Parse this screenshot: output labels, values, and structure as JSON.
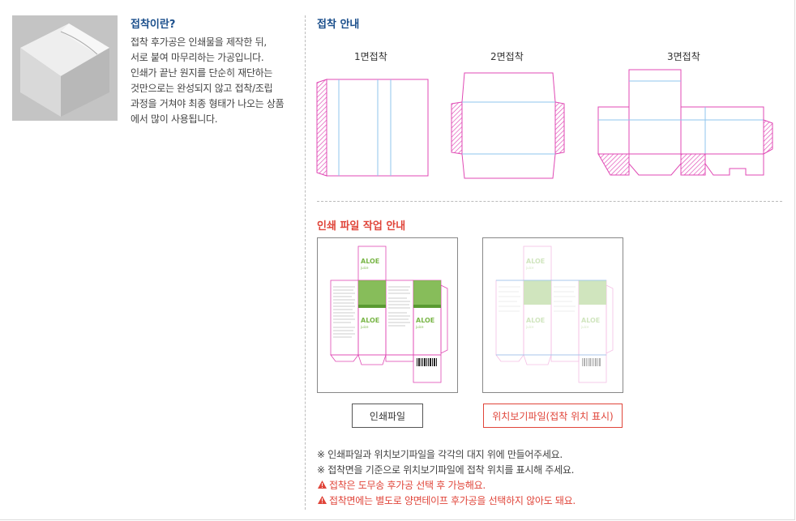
{
  "intro": {
    "title": "접착이란?",
    "lines": [
      "접착 후가공은 인쇄물을 제작한 뒤,",
      "서로 붙여 마무리하는 가공입니다.",
      "인쇄가 끝난 원지를 단순히 재단하는",
      "것만으로는 완성되지 않고 접착/조립",
      "과정을 거쳐야 최종 형태가 나오는 상품",
      "에서 많이 사용됩니다."
    ]
  },
  "guide": {
    "title": "접착 안내",
    "diagrams": [
      {
        "label": "1면접착"
      },
      {
        "label": "2면접착"
      },
      {
        "label": "3면접착"
      }
    ]
  },
  "print_guide": {
    "title": "인쇄 파일 작업 안내",
    "box_text": {
      "brand": "ALOE",
      "sub": "juice"
    },
    "buttons": [
      {
        "label": "인쇄파일"
      },
      {
        "label": "위치보기파일(접착 위치 표시)"
      }
    ]
  },
  "notes": [
    {
      "text": "※ 인쇄파일과 위치보기파일을 각각의 대지 위에 만들어주세요.",
      "warn": false
    },
    {
      "text": "※ 접착면을 기준으로 위치보기파일에 접착 위치를 표시해 주세요.",
      "warn": false
    },
    {
      "text": "접착은 도무송 후가공 선택 후 가능해요.",
      "warn": true
    },
    {
      "text": "접착면에는 별도로 양면테이프 후가공을 선택하지 않아도 돼요.",
      "warn": true
    }
  ],
  "colors": {
    "pink": "#e048b4",
    "blue": "#8fc6ec",
    "accent": "#e0453a",
    "title_blue": "#1b4f8c",
    "green": "#7ab648"
  }
}
